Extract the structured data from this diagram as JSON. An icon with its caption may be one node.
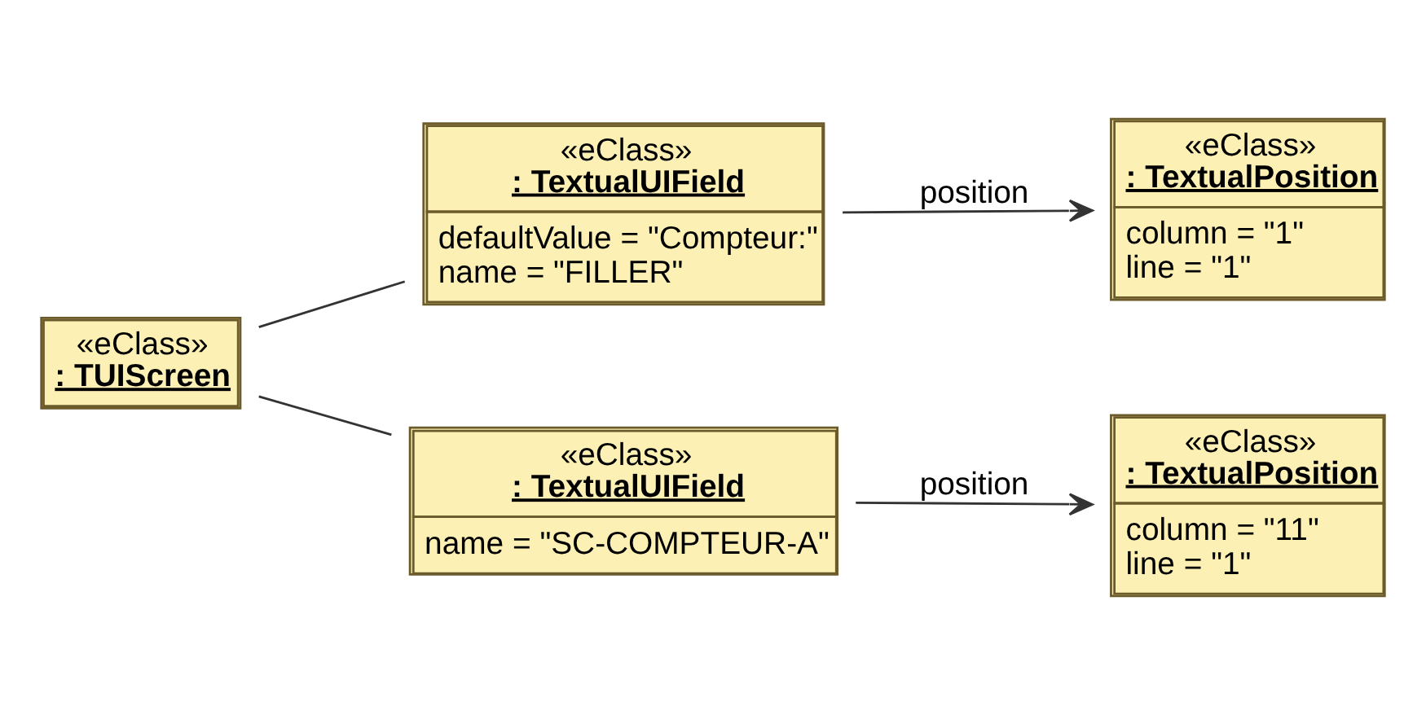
{
  "diagram": {
    "nodes": [
      {
        "text": [
          "«eClass»",
          ": TUIScreen"
        ]
      },
      {
        "text": [
          "«eClass»",
          ": TextualUIField",
          "defaultValue = \"Compteur:\"",
          "name = \"FILLER\""
        ]
      },
      {
        "text": [
          "«eClass»",
          ": TextualPosition",
          "column = \"1\"",
          "line = \"1\""
        ]
      },
      {
        "text": [
          "«eClass»",
          ": TextualUIField",
          "name = \"SC-COMPTEUR-A\""
        ]
      },
      {
        "text": [
          "«eClass»",
          ": TextualPosition",
          "column = \"11\"",
          "line = \"1\""
        ]
      }
    ],
    "edges": [
      {
        "from": 0,
        "to": 1,
        "arrow": "none"
      },
      {
        "from": 0,
        "to": 3,
        "arrow": "none"
      },
      {
        "from": 1,
        "to": 2,
        "arrow": "to",
        "label": "position"
      },
      {
        "from": 3,
        "to": 4,
        "arrow": "to",
        "label": "position"
      }
    ]
  }
}
